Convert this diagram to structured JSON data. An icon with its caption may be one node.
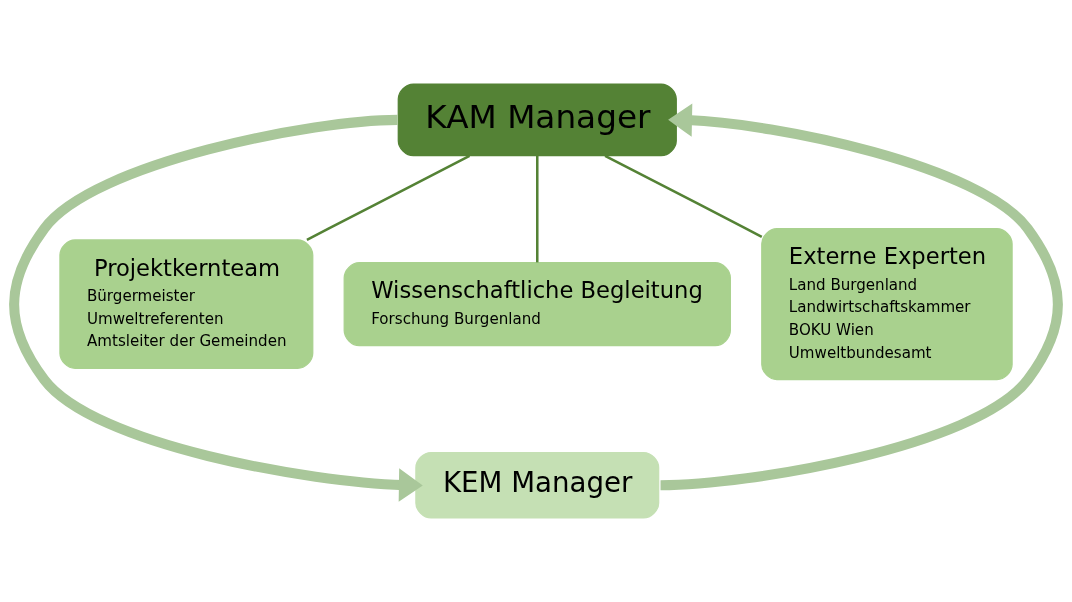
{
  "diagram": {
    "nodes": [
      {
        "text": [
          "KAM Manager"
        ]
      },
      {
        "text": [
          "Projektkernteam",
          "Bürgermeister",
          "Umweltreferenten",
          "Amtsleiter der Gemeinden"
        ]
      },
      {
        "text": [
          "Wissenschaftliche Begleitung",
          "Forschung Burgenland"
        ]
      },
      {
        "text": [
          "Externe Experten",
          "Land Burgenland",
          "Landwirtschaftskammer",
          "BOKU Wien",
          "Umweltbundesamt"
        ]
      },
      {
        "text": [
          "KEM Manager"
        ]
      }
    ],
    "edges": [
      {
        "from": 0,
        "to": 1,
        "arrow": "none"
      },
      {
        "from": 0,
        "to": 2,
        "arrow": "none"
      },
      {
        "from": 0,
        "to": 3,
        "arrow": "none"
      },
      {
        "from": 0,
        "to": 4,
        "arrow": "to",
        "style": "thick",
        "color": "#a9c79a"
      },
      {
        "from": 4,
        "to": 0,
        "arrow": "to",
        "style": "thick",
        "color": "#a9c79a"
      }
    ]
  }
}
